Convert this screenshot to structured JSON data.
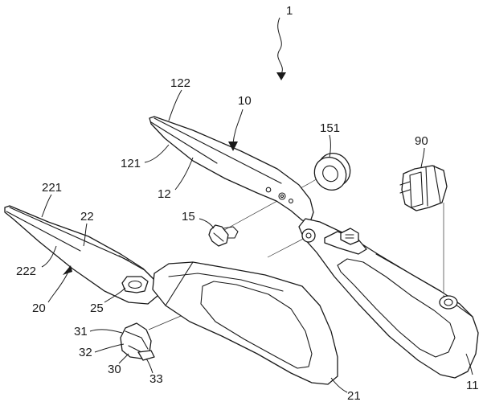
{
  "labels": {
    "l1": "1",
    "l10": "10",
    "l122": "122",
    "l121": "121",
    "l12": "12",
    "l151": "151",
    "l15": "15",
    "l90": "90",
    "l221": "221",
    "l22": "22",
    "l222": "222",
    "l20": "20",
    "l25": "25",
    "l31": "31",
    "l32": "32",
    "l30": "30",
    "l33": "33",
    "l21": "21",
    "l11": "11"
  }
}
